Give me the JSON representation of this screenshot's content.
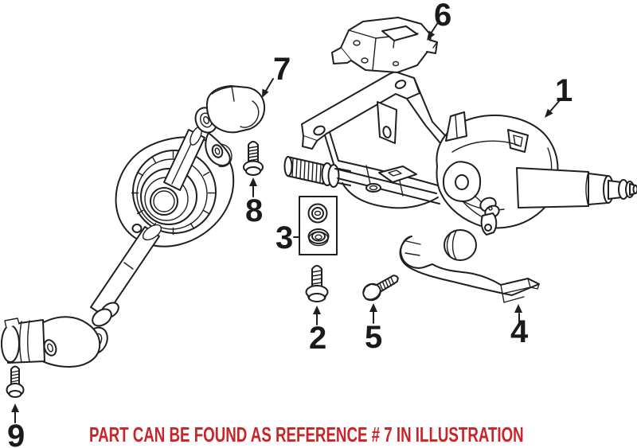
{
  "illustration": {
    "background_color": "#ffffff",
    "line_color": "#1f1f21",
    "callout_color": "#1a1a1c",
    "callouts": [
      {
        "number": "1"
      },
      {
        "number": "2"
      },
      {
        "number": "3"
      },
      {
        "number": "4"
      },
      {
        "number": "5"
      },
      {
        "number": "6"
      },
      {
        "number": "7"
      },
      {
        "number": "8"
      },
      {
        "number": "9"
      }
    ]
  },
  "caption": {
    "text": "PART CAN BE FOUND AS REFERENCE # 7 IN ILLUSTRATION",
    "color": "#cb2428",
    "referenced_callout": "7"
  }
}
